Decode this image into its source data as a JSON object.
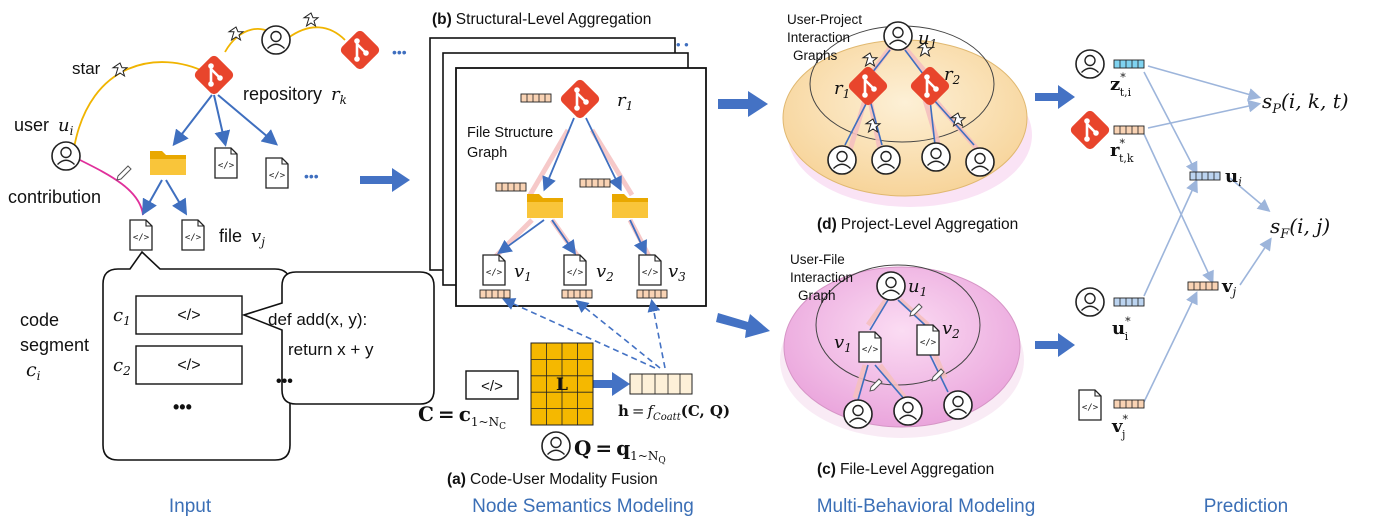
{
  "sections": {
    "input": "Input",
    "node_semantics": "Node Semantics Modeling",
    "multi_behavioral": "Multi-Behavioral Modeling",
    "prediction": "Prediction"
  },
  "input": {
    "star": "star",
    "user": "user",
    "user_sym": "u",
    "user_sub": "i",
    "repository": "repository",
    "repo_sym": "r",
    "repo_sub": "k",
    "contribution": "contribution",
    "file": "file",
    "file_sym": "v",
    "file_sub": "j",
    "code_segment_1": "code",
    "code_segment_2": "segment",
    "code_sym": "c",
    "code_sub": "i",
    "code_tag": "</>",
    "c1": "c",
    "c1_sub": "1",
    "c2": "c",
    "c2_sub": "2",
    "ellipsis": "•••",
    "code_line_1": "def add(x, y):",
    "code_line_2": "return x + y",
    "ellipsis_small": "•••",
    "dots": "•••"
  },
  "fusion": {
    "label": "(a)",
    "caption": "Code-User Modality Fusion",
    "code_tag": "</>",
    "matrix_label": "L",
    "C_lhs": "C",
    "C_rhs": "c",
    "C_sub": "1~N",
    "C_subsub": "C",
    "Q_lhs": "Q",
    "Q_rhs": "q",
    "Q_sub": "1~N",
    "Q_subsub": "Q",
    "h_eq": "h",
    "h_func": "f",
    "h_func_sub": "Coatt",
    "h_args": "(C, Q)"
  },
  "structural": {
    "label": "(b)",
    "caption": "Structural-Level Aggregation",
    "graph_label_1": "File Structure",
    "graph_label_2": "Graph",
    "r1": "r",
    "r1_sub": "1",
    "v1": "v",
    "v1_sub": "1",
    "v2": "v",
    "v2_sub": "2",
    "v3": "v",
    "v3_sub": "3"
  },
  "file_level": {
    "label": "(c)",
    "caption": "File-Level Aggregation",
    "graph_1": "User-File",
    "graph_2": "Interaction",
    "graph_3": "Graph",
    "u1": "u",
    "u1_sub": "1",
    "v1": "v",
    "v1_sub": "1",
    "v2": "v",
    "v2_sub": "2"
  },
  "project_level": {
    "label": "(d)",
    "caption": "Project-Level Aggregation",
    "graph_1": "User-Project",
    "graph_2": "Interaction",
    "graph_3": "Graphs",
    "u1": "u",
    "u1_sub": "1",
    "r1": "r",
    "r1_sub": "1",
    "r2": "r",
    "r2_sub": "2"
  },
  "prediction": {
    "z": "z",
    "z_sub": "t,i",
    "r": "r",
    "r_sub": "t,k",
    "u_star": "u",
    "u_star_sub": "i",
    "v_star": "v",
    "v_star_sub": "j",
    "star": "*",
    "u": "u",
    "u_sub": "i",
    "v": "v",
    "v_sub": "j",
    "sP": "s",
    "sP_sub": "P",
    "sP_args": "(i, k, t)",
    "sF": "s",
    "sF_sub": "F",
    "sF_args": "(i, j)"
  },
  "colors": {
    "accent_blue": "#3b6fb6",
    "arrow_blue": "#4472c4",
    "repo_red": "#e8452c",
    "folder_yellow": "#f5b400",
    "star_line": "#f0b400",
    "contribution_line": "#e0309b",
    "matrix_orange": "#f5b800",
    "project_fill": "#fbe3bc",
    "file_fill": "#f3c3e8",
    "pred_line": "#9db5db",
    "embed_blue": "#7fd3f0",
    "embed_peach": "#f9d3b4"
  }
}
